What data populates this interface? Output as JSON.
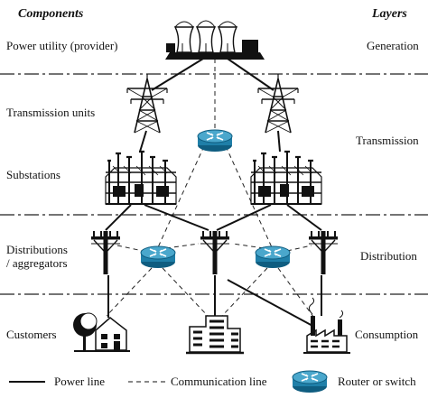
{
  "headers": {
    "left": "Components",
    "right": "Layers"
  },
  "components": [
    {
      "label": "Power utility (provider)"
    },
    {
      "label": "Transmission units"
    },
    {
      "label": "Substations"
    },
    {
      "label": "Distributions\n/ aggregators"
    },
    {
      "label": "Customers"
    }
  ],
  "layers": [
    "Generation",
    "Transmission",
    "Distribution",
    "Consumption"
  ],
  "legend": {
    "power": "Power line",
    "comm": "Communication line",
    "router": "Router or switch"
  },
  "colors": {
    "router": "#1f7fa8",
    "router_top": "#4aa7cc",
    "line": "#111111"
  },
  "icons": {
    "plant": "power-plant-icon",
    "tower": "transmission-tower-icon",
    "substation": "substation-icon",
    "pole": "utility-pole-icon",
    "router": "router-icon",
    "house": "house-icon",
    "building": "office-building-icon",
    "factory": "factory-icon"
  }
}
